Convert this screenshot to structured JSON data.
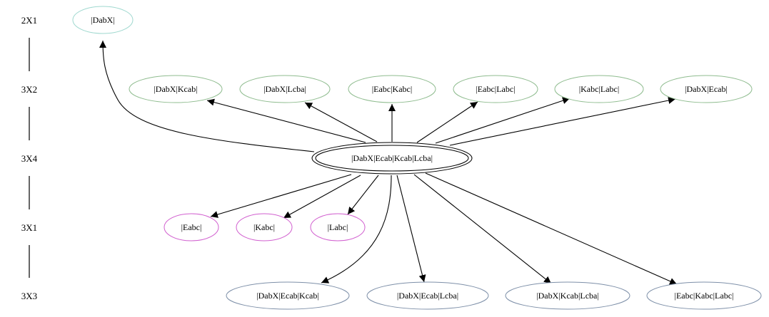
{
  "ranks": [
    "2X1",
    "3X2",
    "3X4",
    "3X1",
    "3X3"
  ],
  "colors": {
    "rank_2X1": "#9fd8cf",
    "rank_3X2": "#8fbc8f",
    "rank_3X4": "#000000",
    "rank_3X1": "#d15fcf",
    "rank_3X3": "#7d8fa8",
    "edge": "#000000"
  },
  "nodes": [
    {
      "id": "n_dabx",
      "label": "|DabX|",
      "rank": "2X1"
    },
    {
      "id": "n_dabx_kcab",
      "label": "|DabX|Kcab|",
      "rank": "3X2"
    },
    {
      "id": "n_dabx_lcba",
      "label": "|DabX|Lcba|",
      "rank": "3X2"
    },
    {
      "id": "n_eabc_kabc",
      "label": "|Eabc|Kabc|",
      "rank": "3X2"
    },
    {
      "id": "n_eabc_labc",
      "label": "|Eabc|Labc|",
      "rank": "3X2"
    },
    {
      "id": "n_kabc_labc",
      "label": "|Kabc|Labc|",
      "rank": "3X2"
    },
    {
      "id": "n_dabx_ecab",
      "label": "|DabX|Ecab|",
      "rank": "3X2"
    },
    {
      "id": "n_center",
      "label": "|DabX|Ecab|Kcab|Lcba|",
      "rank": "3X4",
      "double": true
    },
    {
      "id": "n_eabc",
      "label": "|Eabc|",
      "rank": "3X1"
    },
    {
      "id": "n_kabc",
      "label": "|Kabc|",
      "rank": "3X1"
    },
    {
      "id": "n_labc",
      "label": "|Labc|",
      "rank": "3X1"
    },
    {
      "id": "n_dek",
      "label": "|DabX|Ecab|Kcab|",
      "rank": "3X3"
    },
    {
      "id": "n_del",
      "label": "|DabX|Ecab|Lcba|",
      "rank": "3X3"
    },
    {
      "id": "n_dkl",
      "label": "|DabX|Kcab|Lcba|",
      "rank": "3X3"
    },
    {
      "id": "n_ekl",
      "label": "|Eabc|Kabc|Labc|",
      "rank": "3X3"
    }
  ],
  "edges": [
    {
      "from": "n_center",
      "to": "n_dabx"
    },
    {
      "from": "n_center",
      "to": "n_dabx_kcab"
    },
    {
      "from": "n_center",
      "to": "n_dabx_lcba"
    },
    {
      "from": "n_center",
      "to": "n_eabc_kabc"
    },
    {
      "from": "n_center",
      "to": "n_eabc_labc"
    },
    {
      "from": "n_center",
      "to": "n_kabc_labc"
    },
    {
      "from": "n_center",
      "to": "n_dabx_ecab"
    },
    {
      "from": "n_center",
      "to": "n_eabc"
    },
    {
      "from": "n_center",
      "to": "n_kabc"
    },
    {
      "from": "n_center",
      "to": "n_labc"
    },
    {
      "from": "n_center",
      "to": "n_dek"
    },
    {
      "from": "n_center",
      "to": "n_del"
    },
    {
      "from": "n_center",
      "to": "n_dkl"
    },
    {
      "from": "n_center",
      "to": "n_ekl"
    }
  ]
}
